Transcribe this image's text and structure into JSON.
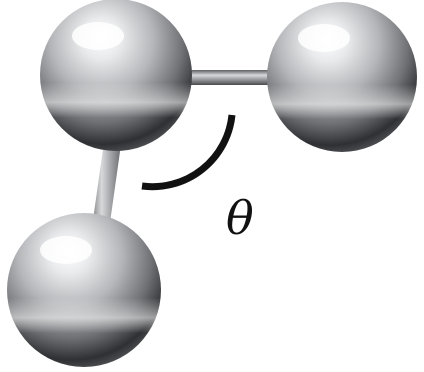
{
  "diagram": {
    "angle_label": "θ",
    "atoms": [
      {
        "name": "top-left-atom"
      },
      {
        "name": "top-right-atom"
      },
      {
        "name": "bottom-atom"
      }
    ],
    "bonds": [
      {
        "name": "horizontal-bond",
        "from": "top-left-atom",
        "to": "top-right-atom"
      },
      {
        "name": "slanted-bond",
        "from": "top-left-atom",
        "to": "bottom-atom"
      }
    ],
    "colors": {
      "metal_highlight": "#ffffff",
      "metal_mid": "#b4b6b9",
      "metal_dark": "#2f3033",
      "rod": "#8c8d90",
      "arc": "#111111",
      "label": "#111111"
    }
  }
}
